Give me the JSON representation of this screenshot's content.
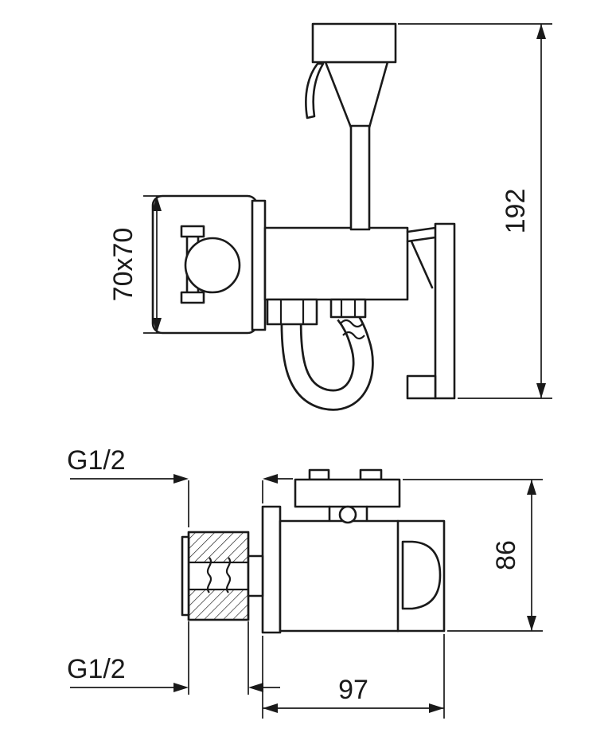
{
  "page": {
    "background": "#ffffff",
    "line_color": "#1a1a1a",
    "description_visible_views": 2
  },
  "labels": {
    "overall_height": "192",
    "plate_size": "70x70",
    "top_thread": "G1/2",
    "bottom_thread": "G1/2",
    "depth": "86",
    "width": "97"
  }
}
